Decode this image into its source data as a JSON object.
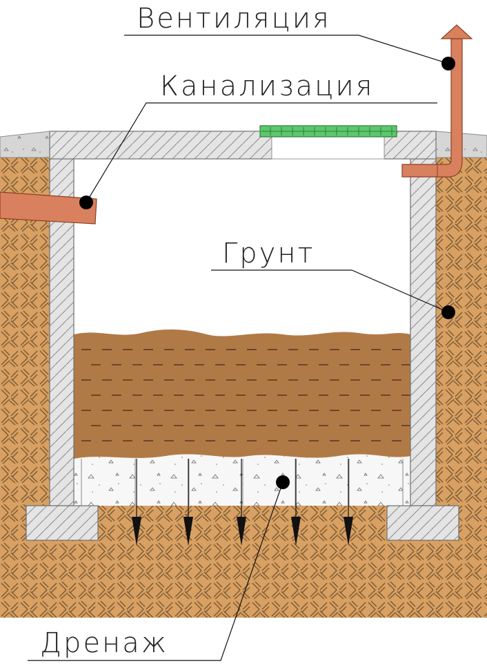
{
  "labels": {
    "ventilation": "Вентиляция",
    "sewer": "Канализация",
    "soil": "Грунт",
    "drainage": "Дренаж"
  },
  "colors": {
    "soil": "#d8a062",
    "soil_hatch": "#7a5a34",
    "concrete": "#e4e4e4",
    "pipe": "#d9805e",
    "hatch_cover": "#5cc86c",
    "sludge": "#b07a47",
    "drain_layer": "#f7f7f7",
    "leader": "#111111"
  }
}
